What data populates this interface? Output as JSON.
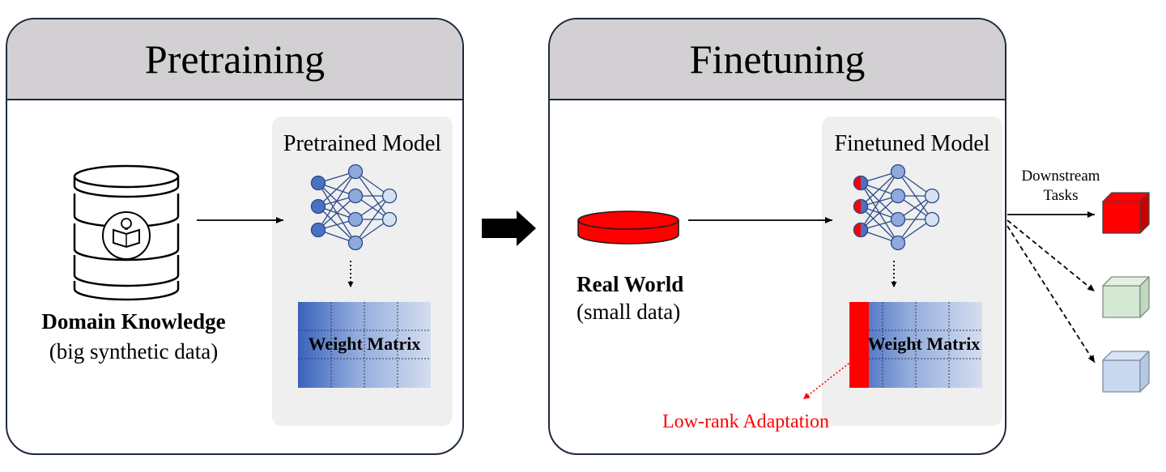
{
  "pretraining": {
    "title": "Pretraining",
    "model_title": "Pretrained Model",
    "weight_matrix_label": "Weight Matrix",
    "source_label": "Domain Knowledge",
    "source_sublabel": "(big synthetic data)"
  },
  "finetuning": {
    "title": "Finetuning",
    "model_title": "Finetuned Model",
    "weight_matrix_label": "Weight Matrix",
    "source_label": "Real World",
    "source_sublabel": "(small data)",
    "adaptation_label": "Low-rank Adaptation"
  },
  "downstream": {
    "label_line1": "Downstream",
    "label_line2": "Tasks"
  },
  "colors": {
    "panel_border": "#1d2a3c",
    "header_fill": "#d2d0d2",
    "node_fill": "#4a72c4",
    "node_light": "#8fa9dc",
    "node_pale": "#d6e0f2",
    "red": "#ff0000",
    "cube_red": "#ff0000",
    "cube_green": "#d5e8d4",
    "cube_blue": "#c9d8ee"
  }
}
